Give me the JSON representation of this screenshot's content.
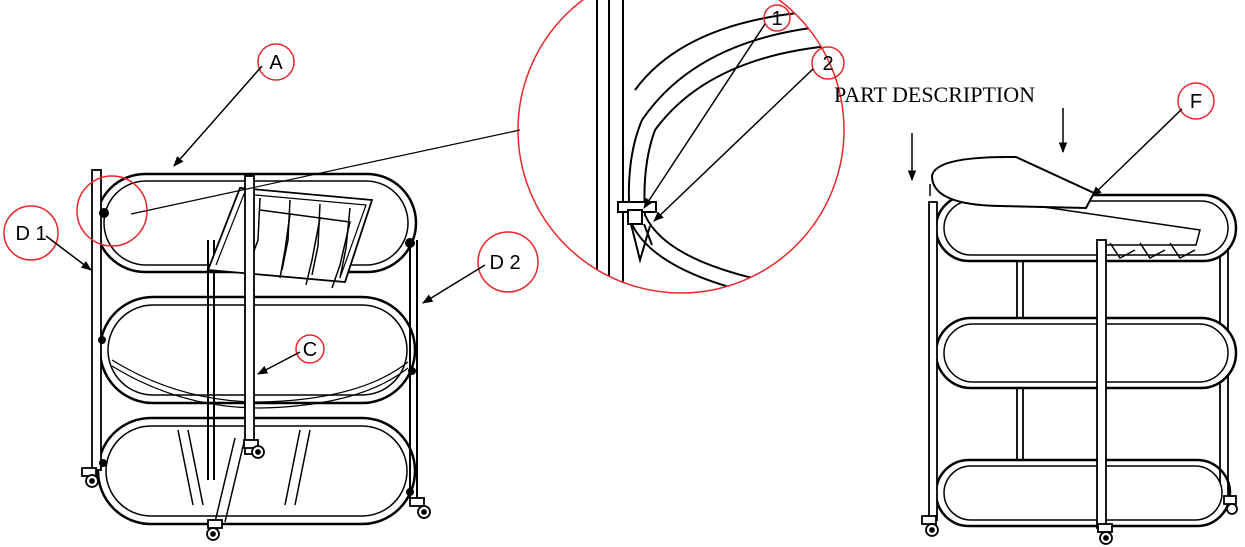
{
  "heading": "PART DESCRIPTION",
  "callouts": {
    "A": "A",
    "C": "C",
    "D1": "D 1",
    "D2": "D 2",
    "F": "F",
    "n1": "1",
    "n2": "2"
  },
  "colors": {
    "callout_circle": "#e8262a",
    "line": "#000000",
    "fill": "#ffffff"
  }
}
